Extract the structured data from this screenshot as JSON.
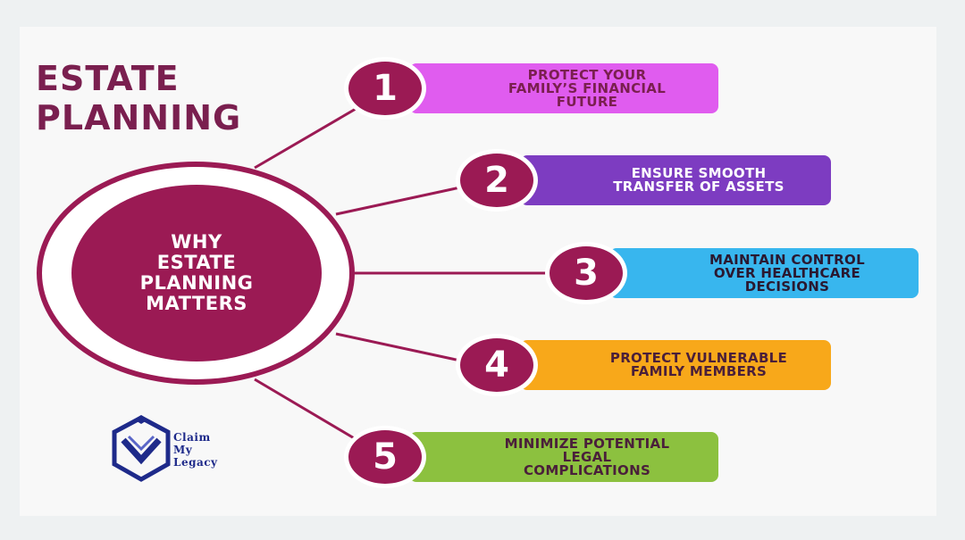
{
  "title": {
    "line1": "ESTATE",
    "line2": "PLANNING"
  },
  "hub": {
    "lines": [
      "WHY",
      "ESTATE",
      "PLANNING",
      "MATTERS"
    ]
  },
  "items": [
    {
      "number": "1",
      "lines": [
        "PROTECT YOUR",
        "FAMILY’S FINANCIAL",
        "FUTURE"
      ],
      "color": "#e05cef",
      "text_color": "#7a1f4f"
    },
    {
      "number": "2",
      "lines": [
        "ENSURE SMOOTH",
        "TRANSFER OF ASSETS"
      ],
      "color": "#7d3cc1",
      "text_color": "#ffffff"
    },
    {
      "number": "3",
      "lines": [
        "MAINTAIN CONTROL",
        "OVER HEALTHCARE",
        "DECISIONS"
      ],
      "color": "#38b6ee",
      "text_color": "#2a1830"
    },
    {
      "number": "4",
      "lines": [
        "PROTECT VULNERABLE",
        "FAMILY MEMBERS"
      ],
      "color": "#f8a81a",
      "text_color": "#4a1f3a"
    },
    {
      "number": "5",
      "lines": [
        "MINIMIZE POTENTIAL",
        "LEGAL",
        "COMPLICATIONS"
      ],
      "color": "#8cc13f",
      "text_color": "#4a1f3a"
    }
  ],
  "logo": {
    "line1": "Claim",
    "line2": "My",
    "line3": "Legacy",
    "color": "#1e2a8a"
  },
  "colors": {
    "accent": "#9b1a54",
    "background": "#f8f8f8"
  }
}
